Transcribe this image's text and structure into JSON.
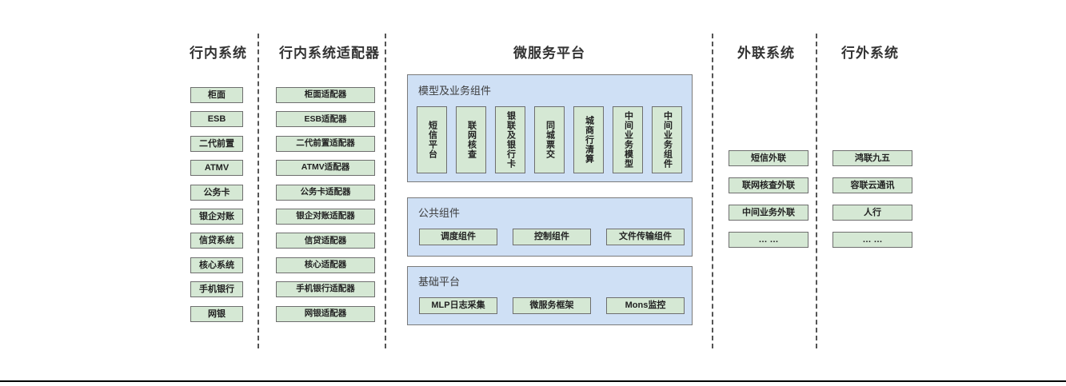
{
  "columns": {
    "internal": {
      "title": "行内系统",
      "items": [
        "柜面",
        "ESB",
        "二代前置",
        "ATMV",
        "公务卡",
        "银企对账",
        "信贷系统",
        "核心系统",
        "手机银行",
        "网银"
      ]
    },
    "adapter": {
      "title": "行内系统适配器",
      "items": [
        "柜面适配器",
        "ESB适配器",
        "二代前置适配器",
        "ATMV适配器",
        "公务卡适配器",
        "银企对账适配器",
        "信贷适配器",
        "核心适配器",
        "手机银行适配器",
        "网银适配器"
      ]
    },
    "platform": {
      "title": "微服务平台",
      "groups": [
        {
          "label": "模型及业务组件",
          "orientation": "vertical",
          "items": [
            "短信平台",
            "联网核查",
            "银联及银行卡",
            "同城票交",
            "城商行清算",
            "中间业务模型",
            "中间业务组件"
          ]
        },
        {
          "label": "公共组件",
          "orientation": "horizontal",
          "items": [
            "调度组件",
            "控制组件",
            "文件传输组件"
          ]
        },
        {
          "label": "基础平台",
          "orientation": "horizontal",
          "items": [
            "MLP日志采集",
            "微服务框架",
            "Mons监控"
          ]
        }
      ]
    },
    "external_link": {
      "title": "外联系统",
      "items": [
        "短信外联",
        "联网核查外联",
        "中间业务外联",
        "… …"
      ]
    },
    "outside": {
      "title": "行外系统",
      "items": [
        "鸿联九五",
        "容联云通讯",
        "人行",
        "… …"
      ]
    }
  },
  "colors": {
    "node_fill": "#d5e8d4",
    "node_border": "#6e6e6e",
    "panel_fill": "#cfe0f5",
    "panel_border": "#7a7a7a",
    "divider": "#555555",
    "title_text": "#333333"
  }
}
